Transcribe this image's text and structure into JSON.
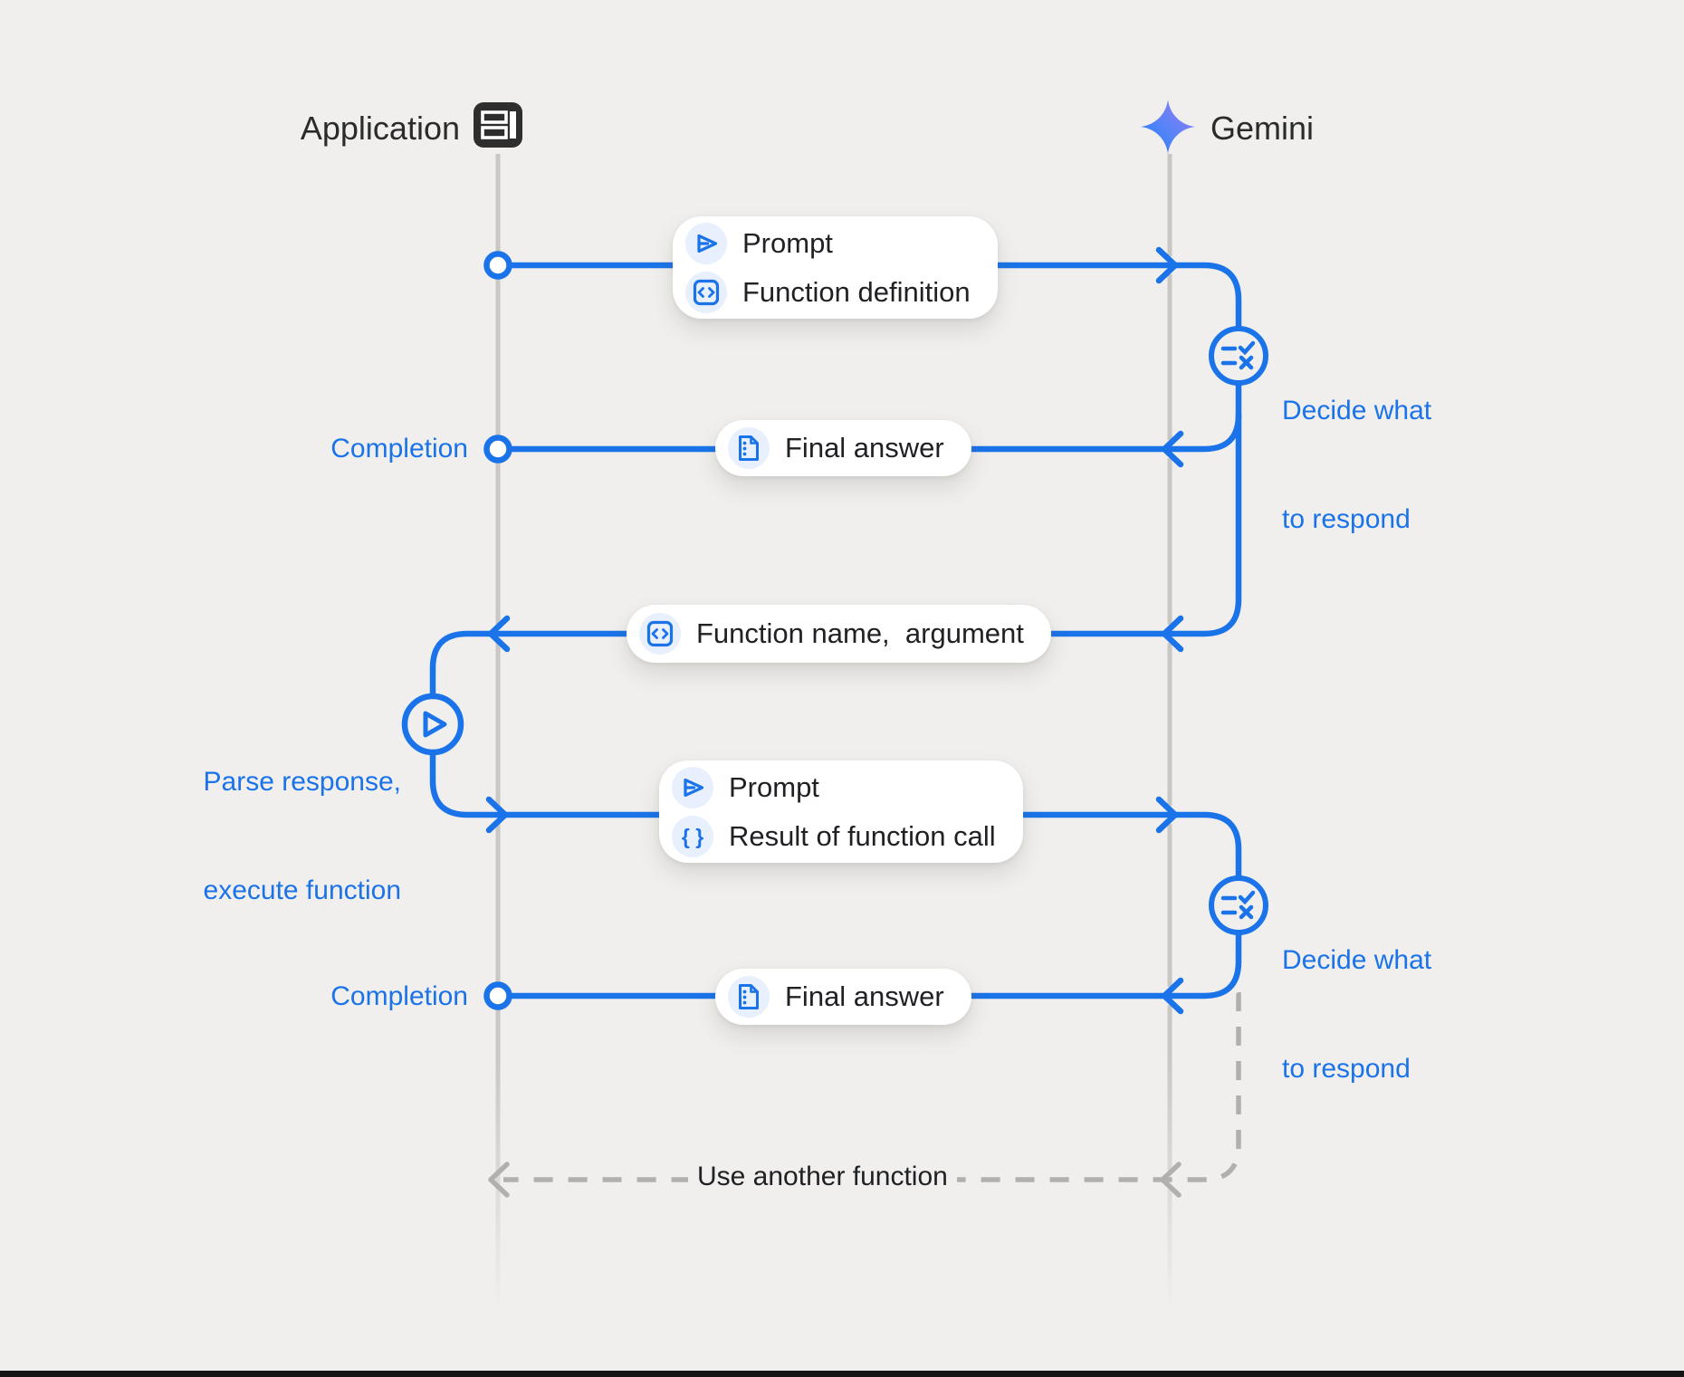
{
  "colors": {
    "accent_blue": "#1A73E8",
    "background": "#F1EFED",
    "icon_chip_bg": "#E8F0FE",
    "text_dark": "#202124",
    "lifeline_gray": "#C9C7C4",
    "dashed_gray": "#B2B0AE",
    "app_icon_dark": "#2E2E2E",
    "footer_bar": "#141414",
    "gemini_gradient_start": "#1C7DFD",
    "gemini_gradient_end": "#9D7BF6"
  },
  "actors": {
    "application": {
      "label": "Application",
      "icon": "app-window-icon"
    },
    "gemini": {
      "label": "Gemini",
      "icon": "gemini-spark-icon"
    }
  },
  "pills": {
    "prompt_function_definition": {
      "rows": [
        {
          "icon": "send-icon",
          "label": "Prompt"
        },
        {
          "icon": "code-box-icon",
          "label": "Function definition"
        }
      ]
    },
    "final_answer_1": {
      "rows": [
        {
          "icon": "document-icon",
          "label": "Final answer"
        }
      ]
    },
    "function_name_argument": {
      "rows": [
        {
          "icon": "code-box-icon",
          "label": "Function name,  argument"
        }
      ]
    },
    "prompt_result": {
      "rows": [
        {
          "icon": "send-icon",
          "label": "Prompt"
        },
        {
          "icon": "braces-icon",
          "label": "Result of function call"
        }
      ]
    },
    "final_answer_2": {
      "rows": [
        {
          "icon": "document-icon",
          "label": "Final answer"
        }
      ]
    }
  },
  "annotations": {
    "completion_1": "Completion",
    "completion_2": "Completion",
    "decide_1_line1": "Decide what",
    "decide_1_line2": "to respond",
    "decide_2_line1": "Decide what",
    "decide_2_line2": "to respond",
    "parse_line1": "Parse response,",
    "parse_line2": "execute function",
    "use_another_function": "Use another function"
  }
}
